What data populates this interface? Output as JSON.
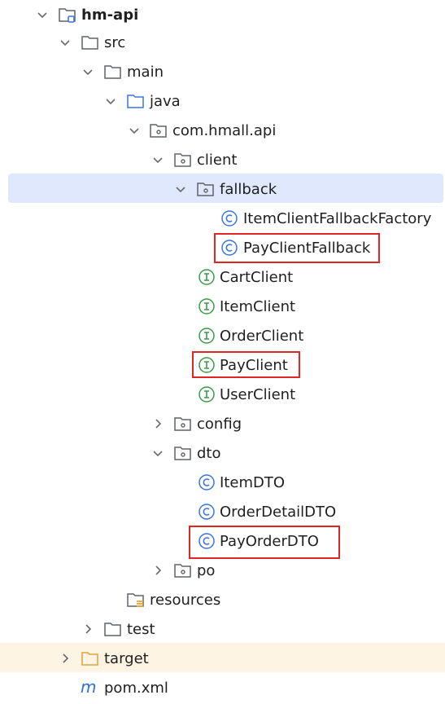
{
  "tree": {
    "root": "hm-api",
    "src": "src",
    "main": "main",
    "java": "java",
    "package": "com.hmall.api",
    "client": "client",
    "fallback": "fallback",
    "fallback_items": [
      "ItemClientFallbackFactory",
      "PayClientFallback"
    ],
    "client_items": [
      "CartClient",
      "ItemClient",
      "OrderClient",
      "PayClient",
      "UserClient"
    ],
    "config": "config",
    "dto": "dto",
    "dto_items": [
      "ItemDTO",
      "OrderDetailDTO",
      "PayOrderDTO"
    ],
    "po": "po",
    "resources": "resources",
    "test": "test",
    "target": "target",
    "pom": "pom.xml"
  },
  "colors": {
    "selection": "#dfe8fd",
    "target_row": "#fdf4e3",
    "highlight_box": "#e02525",
    "class_icon": "#3b74e0",
    "interface_icon": "#3a9a4a",
    "folder_stroke": "#5f6368",
    "java_folder": "#3b74e0",
    "target_folder": "#e8a33d",
    "maven": "#2f6fde"
  }
}
